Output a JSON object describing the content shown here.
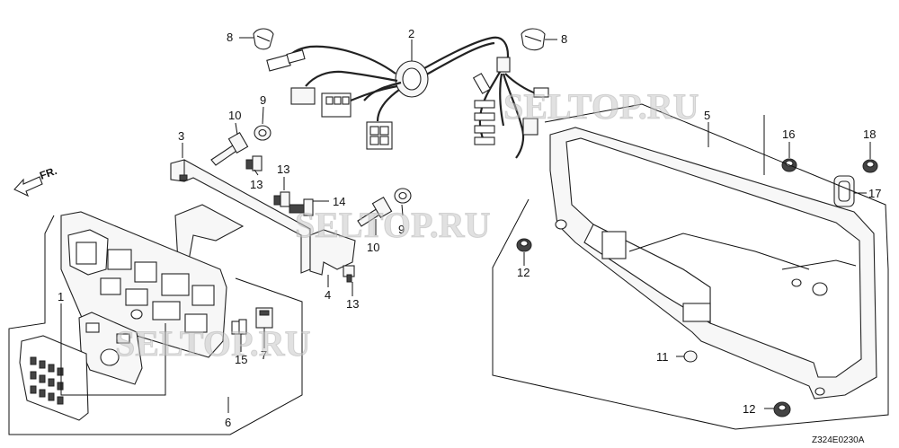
{
  "diagram": {
    "direction_label": "FR.",
    "figure_code": "Z324E0230A",
    "watermarks": [
      "SELTOP.RU",
      "SELTOP.RU",
      "SELTOP.RU"
    ],
    "callouts": [
      {
        "id": "c8a",
        "text": "8"
      },
      {
        "id": "c2",
        "text": "2"
      },
      {
        "id": "c8b",
        "text": "8"
      },
      {
        "id": "c9a",
        "text": "9"
      },
      {
        "id": "c10a",
        "text": "10"
      },
      {
        "id": "c3",
        "text": "3"
      },
      {
        "id": "c13a",
        "text": "13"
      },
      {
        "id": "c13b",
        "text": "13"
      },
      {
        "id": "c14",
        "text": "14"
      },
      {
        "id": "c9b",
        "text": "9"
      },
      {
        "id": "c10b",
        "text": "10"
      },
      {
        "id": "c4",
        "text": "4"
      },
      {
        "id": "c13c",
        "text": "13"
      },
      {
        "id": "c1",
        "text": "1"
      },
      {
        "id": "c15",
        "text": "15"
      },
      {
        "id": "c7",
        "text": "7"
      },
      {
        "id": "c6",
        "text": "6"
      },
      {
        "id": "c5",
        "text": "5"
      },
      {
        "id": "c16",
        "text": "16"
      },
      {
        "id": "c18",
        "text": "18"
      },
      {
        "id": "c17",
        "text": "17"
      },
      {
        "id": "c12a",
        "text": "12"
      },
      {
        "id": "c11",
        "text": "11"
      },
      {
        "id": "c12b",
        "text": "12"
      }
    ]
  }
}
